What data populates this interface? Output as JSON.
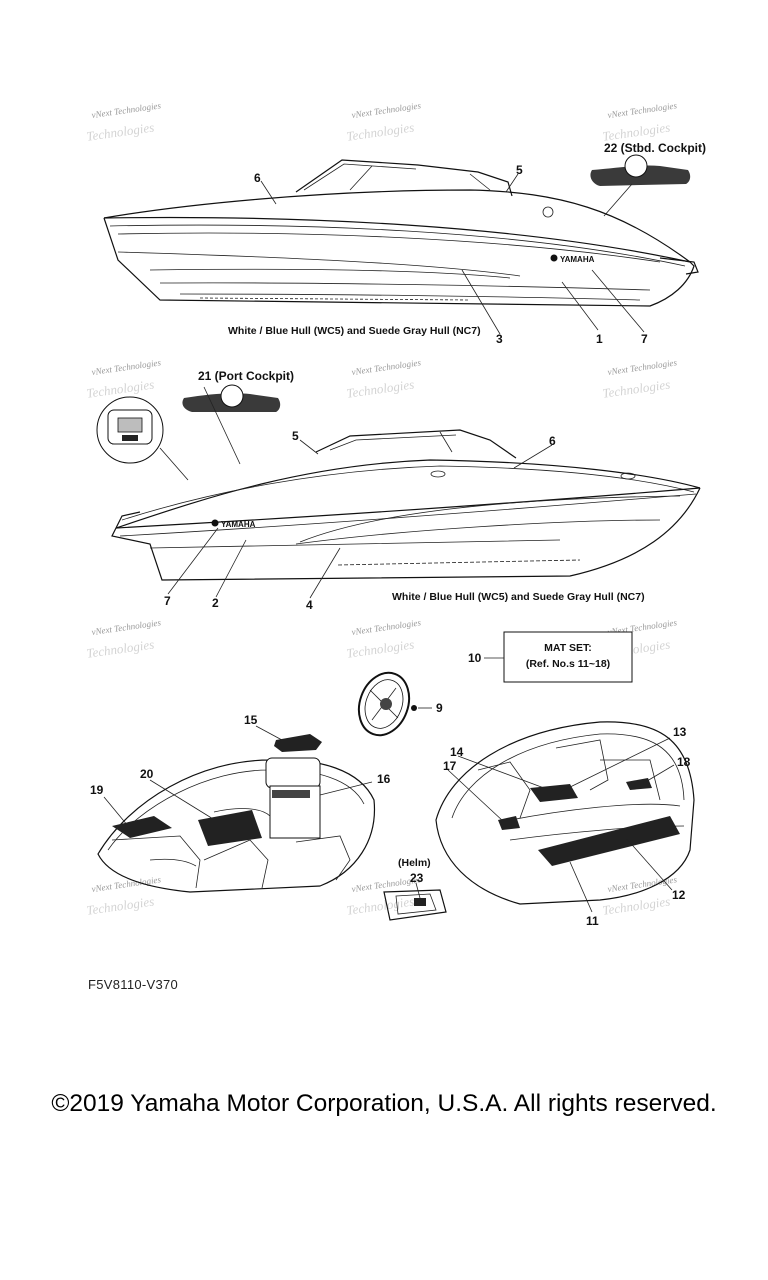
{
  "callouts": {
    "c1": "1",
    "c2": "2",
    "c3": "3",
    "c4": "4",
    "c5a": "5",
    "c5b": "5",
    "c6a": "6",
    "c6b": "6",
    "c7a": "7",
    "c7b": "7",
    "c9": "9",
    "c10": "10",
    "c11": "11",
    "c12": "12",
    "c13": "13",
    "c14": "14",
    "c15": "15",
    "c16": "16",
    "c17": "17",
    "c18": "18",
    "c19": "19",
    "c20": "20",
    "c21": "21 (Port Cockpit)",
    "c22": "22 (Stbd. Cockpit)",
    "c23": "23"
  },
  "captions": {
    "hull_top": "White / Blue Hull (WC5) and Suede Gray Hull (NC7)",
    "hull_bottom": "White / Blue Hull (WC5) and Suede Gray Hull (NC7)",
    "helm": "(Helm)"
  },
  "mat_set": {
    "title": "MAT SET:",
    "refs": "(Ref. No.s 11~18)"
  },
  "watermark": {
    "text": "vNext Technologies",
    "ghost": "Technologies"
  },
  "brand": "YAMAHA",
  "diagram_code": "F5V8110-V370",
  "copyright": "©2019 Yamaha Motor Corporation, U.S.A. All rights reserved."
}
